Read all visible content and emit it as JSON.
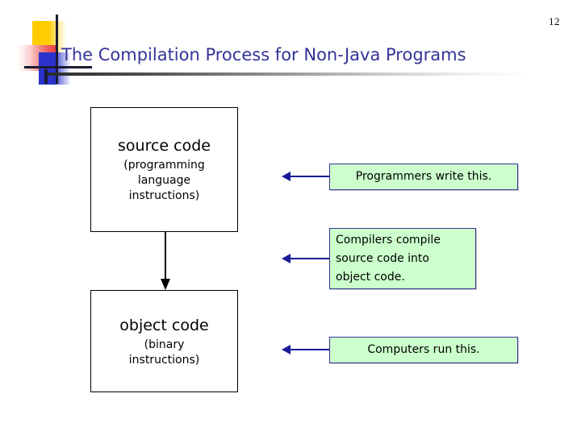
{
  "slide": {
    "page_number": "12",
    "title": "The Compilation Process for Non-Java Programs",
    "title_color": "#333399",
    "accent_colors": {
      "logo_yellow": "#ffcc00",
      "logo_red": "#ee3333",
      "logo_blue": "#2b33cc",
      "callout_fill": "#ccffcc",
      "callout_border": "#333399",
      "arrow_blue": "#1a1a99",
      "box_border": "#000000"
    }
  },
  "diagram": {
    "boxes": [
      {
        "id": "source-code",
        "head": "source code",
        "sub_lines": [
          "(programming",
          "language",
          "instructions)"
        ]
      },
      {
        "id": "object-code",
        "head": "object code",
        "sub_lines": [
          "(binary",
          "instructions)"
        ]
      }
    ],
    "flow_arrow": {
      "from": "source-code",
      "to": "object-code",
      "direction": "down",
      "label": ""
    },
    "callouts": [
      {
        "id": "callout-programmers",
        "lines": [
          "Programmers write this."
        ],
        "align": "center",
        "points_to": "source-code"
      },
      {
        "id": "callout-compilers",
        "lines": [
          "Compilers compile",
          "source code into",
          "object code."
        ],
        "align": "left",
        "points_to": "flow-arrow"
      },
      {
        "id": "callout-computers",
        "lines": [
          "Computers run this."
        ],
        "align": "center",
        "points_to": "object-code"
      }
    ]
  }
}
